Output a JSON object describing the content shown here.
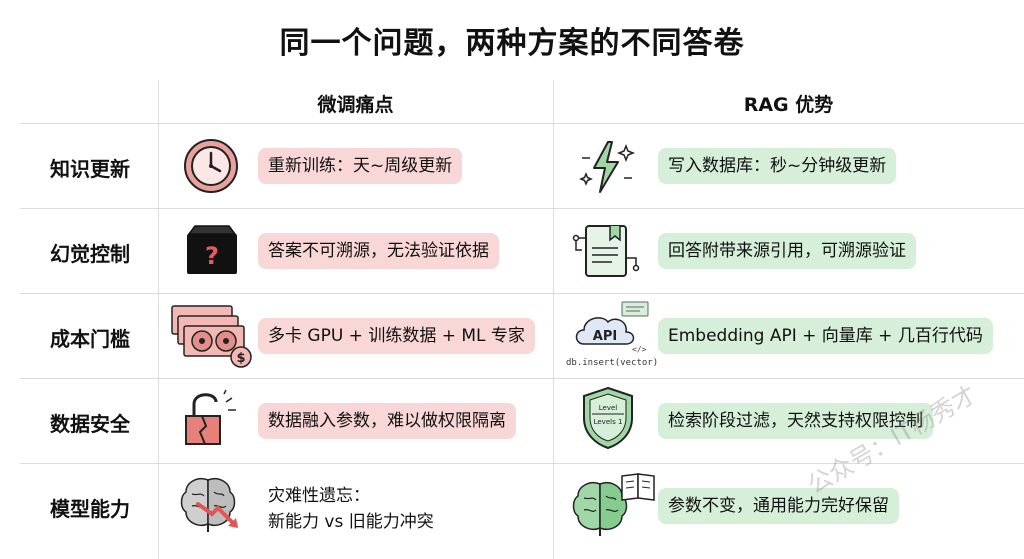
{
  "title": "同一个问题，两种方案的不同答卷",
  "columns": {
    "pain": "微调痛点",
    "advantage": "RAG 优势"
  },
  "rows": [
    {
      "label": "知识更新",
      "pain": "重新训练：天~周级更新",
      "advantage": "写入数据库：秒~分钟级更新"
    },
    {
      "label": "幻觉控制",
      "pain": "答案不可溯源，无法验证依据",
      "advantage": "回答附带来源引用，可溯源验证"
    },
    {
      "label": "成本门槛",
      "pain": "多卡 GPU + 训练数据 + ML 专家",
      "advantage": "Embedding API + 向量库 + 几百行代码"
    },
    {
      "label": "数据安全",
      "pain": "数据融入参数，难以做权限隔离",
      "advantage": "检索阶段过滤，天然支持权限控制"
    },
    {
      "label": "模型能力",
      "pain_line1": "灾难性遗忘：",
      "pain_line2": "新能力 vs 旧能力冲突",
      "advantage": "参数不变，通用能力完好保留"
    }
  ],
  "icon_text": {
    "api": "API",
    "code": "db.insert(vector)",
    "shield_top": "Level",
    "shield_bottom": "Levels 1",
    "question": "?",
    "dollar": "$"
  },
  "watermark": "公众号：IT杨秀才",
  "colors": {
    "pain_bg": "#f9d7d7",
    "advantage_bg": "#d6efd9",
    "divider": "#dcdcdc"
  }
}
